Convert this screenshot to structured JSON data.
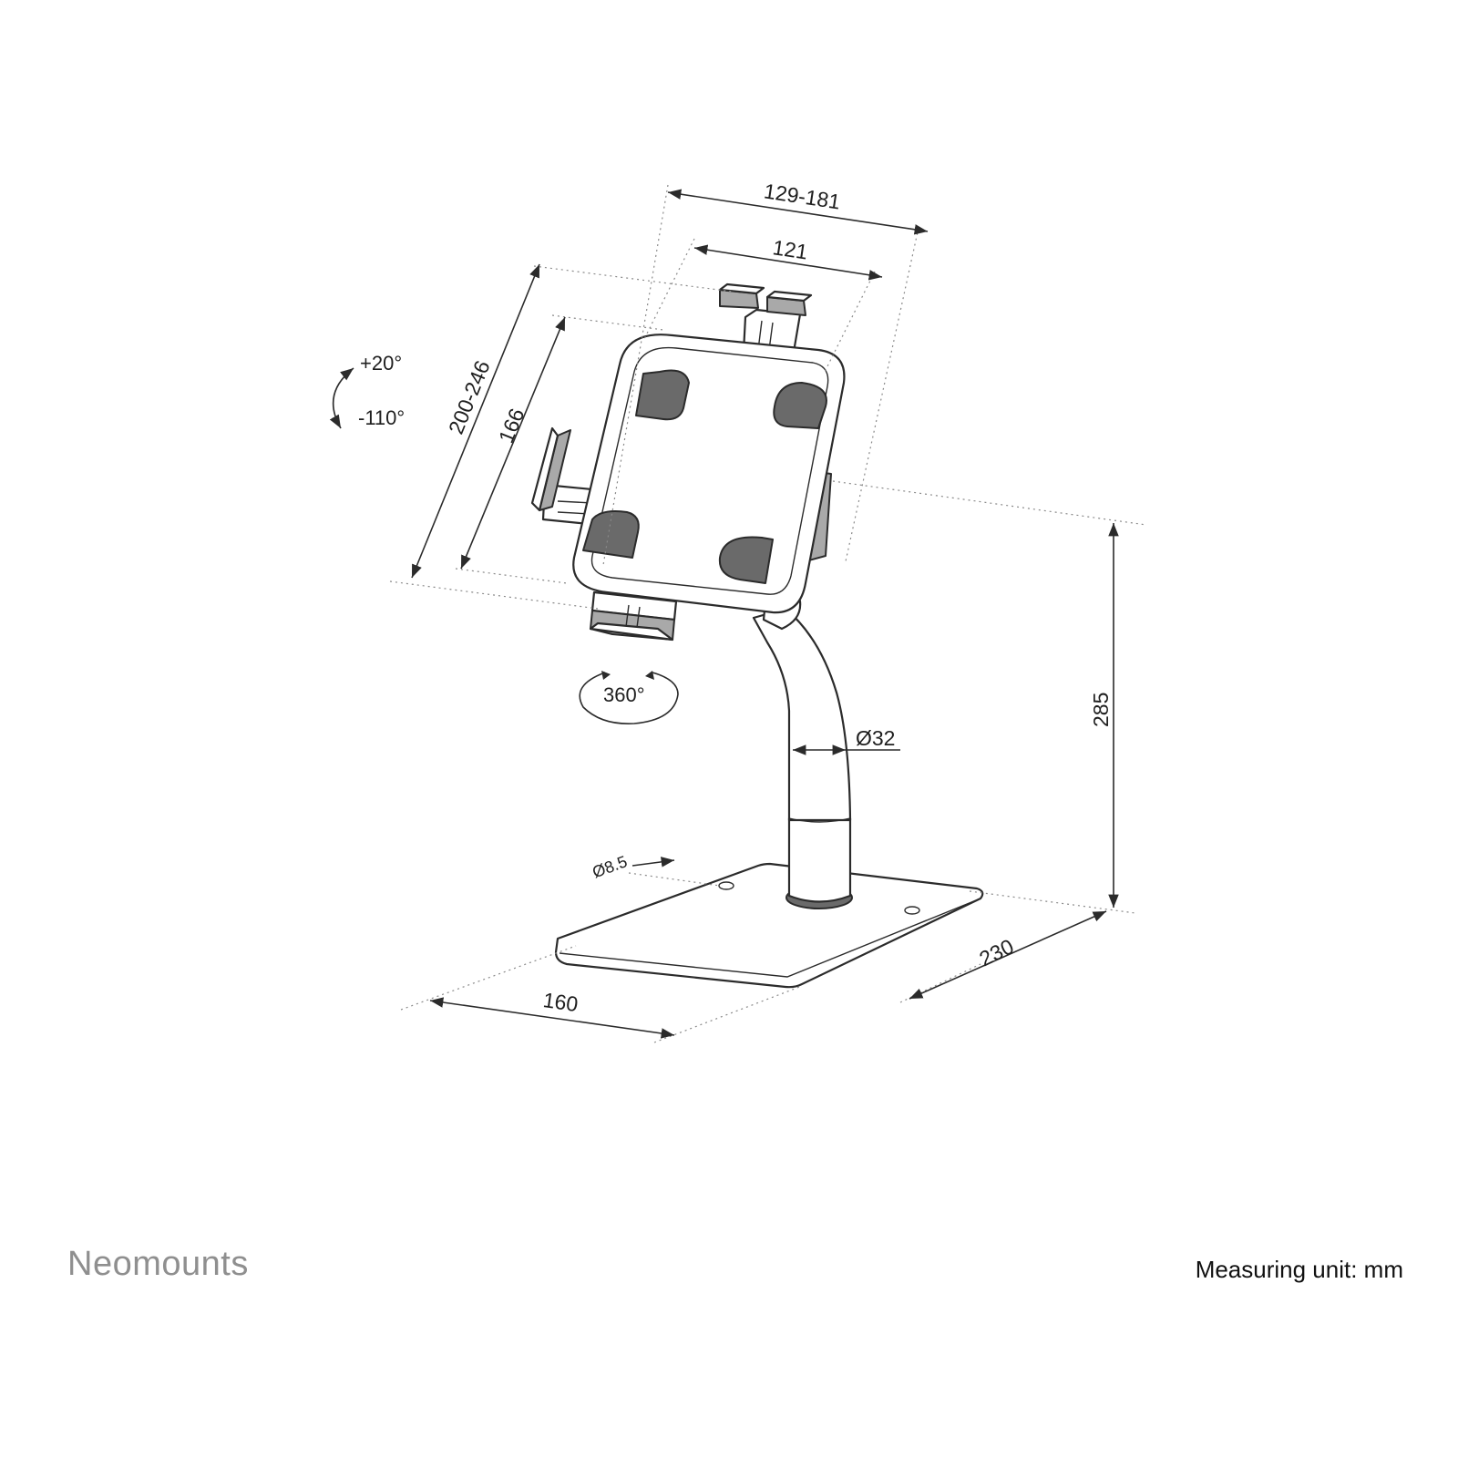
{
  "brand": {
    "name": "Neomounts"
  },
  "footer": {
    "unit_label": "Measuring unit: mm"
  },
  "dimensions": {
    "clamp_width_range": "129-181",
    "holder_width": "121",
    "clamp_height_range": "200-246",
    "holder_height": "166",
    "total_height": "285",
    "pole_diameter": "Ø32",
    "hole_diameter": "Ø8.5",
    "base_depth": "230",
    "base_width": "160"
  },
  "angles": {
    "tilt_up": "+20°",
    "tilt_down": "-110°",
    "rotation": "360°"
  },
  "colors": {
    "line": "#2b2b2b",
    "pad": "#6a6a6a",
    "clamp": "#a9a9a9",
    "brand": "#8f8f8f"
  }
}
